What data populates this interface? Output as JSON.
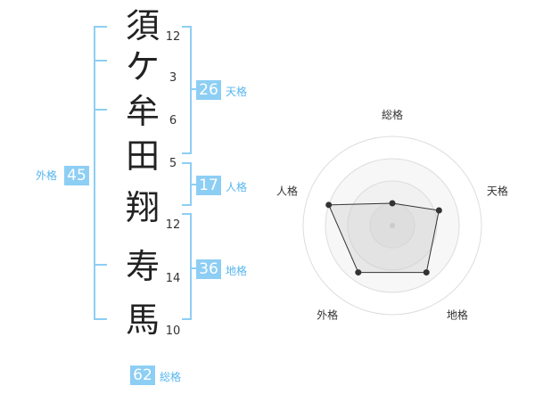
{
  "name": {
    "chars": [
      {
        "char": "須",
        "strokes": "12"
      },
      {
        "char": "ケ",
        "strokes": "3"
      },
      {
        "char": "牟",
        "strokes": "6"
      },
      {
        "char": "田",
        "strokes": "5"
      },
      {
        "char": "翔",
        "strokes": "12"
      },
      {
        "char": "寿",
        "strokes": "14"
      },
      {
        "char": "馬",
        "strokes": "10"
      }
    ]
  },
  "kaku": {
    "ten": {
      "value": "26",
      "label": "天格"
    },
    "jin": {
      "value": "17",
      "label": "人格"
    },
    "chi": {
      "value": "36",
      "label": "地格"
    },
    "gai": {
      "value": "45",
      "label": "外格"
    },
    "sou": {
      "value": "62",
      "label": "総格"
    }
  },
  "chart_data": {
    "type": "radar",
    "axes": [
      "総格",
      "天格",
      "地格",
      "外格",
      "人格"
    ],
    "values": [
      0.25,
      0.55,
      0.65,
      0.65,
      0.75
    ],
    "rings": 4
  },
  "colors": {
    "accent": "#8dcef4",
    "bracket": "#8dcef4",
    "ink": "#222222"
  }
}
